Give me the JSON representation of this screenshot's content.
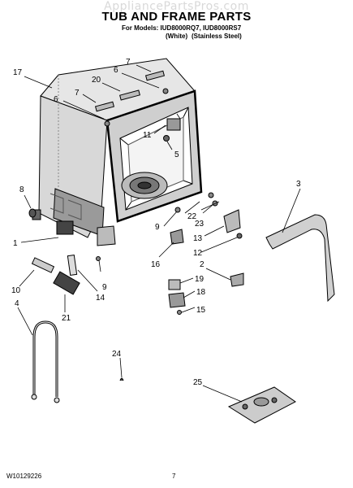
{
  "header": {
    "watermark": "AppliancePartsPros.com",
    "title": "TUB AND FRAME PARTS",
    "models_line": "For Models: IUD8000RQ7, IUD8000RS7",
    "variant_white": "(White)",
    "variant_stainless": "(Stainless Steel)"
  },
  "callouts": {
    "c17": "17",
    "c7a": "7",
    "c6a": "6",
    "c20": "20",
    "c7b": "7",
    "c6b": "6",
    "c11": "11",
    "c5": "5",
    "c3": "3",
    "c8": "8",
    "c22": "22",
    "c23": "23",
    "c9a": "9",
    "c1": "1",
    "c13": "13",
    "c12": "12",
    "c16": "16",
    "c2": "2",
    "c9b": "9",
    "c10": "10",
    "c14": "14",
    "c19": "19",
    "c18": "18",
    "c4": "4",
    "c21": "21",
    "c15": "15",
    "c24": "24",
    "c25": "25"
  },
  "footer": {
    "doc_number": "W10129226",
    "page_number": "7"
  }
}
